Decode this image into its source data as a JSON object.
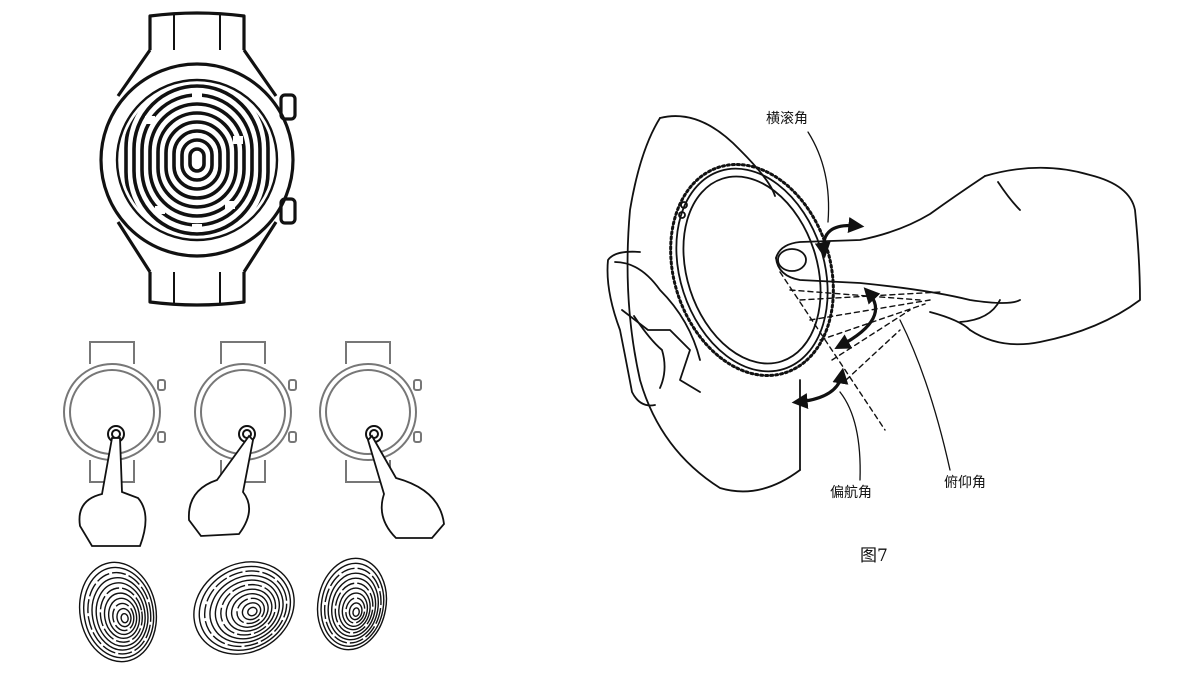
{
  "labels": {
    "roll": "横滚角",
    "yaw": "偏航角",
    "pitch": "俯仰角"
  },
  "caption": "图7",
  "icons": {
    "main_watch": "watch-fingerprint-icon",
    "touch_1": "watch-finger-touch-icon",
    "touch_2": "watch-finger-touch-icon",
    "touch_3": "watch-finger-touch-icon",
    "print_1": "fingerprint-icon",
    "print_2": "fingerprint-icon",
    "print_3": "fingerprint-icon",
    "hand": "hand-on-watch-icon",
    "arrows": "rotation-arrow-icon"
  }
}
